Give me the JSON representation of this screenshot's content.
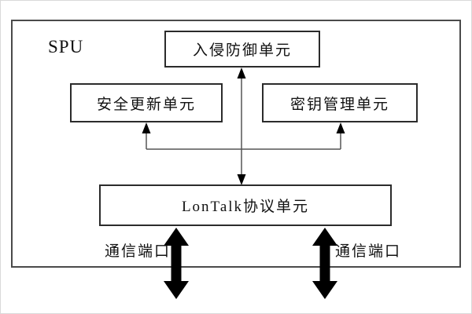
{
  "diagram": {
    "frame_label": "SPU",
    "nodes": {
      "intrusion_prevention": {
        "label": "入侵防御单元"
      },
      "security_update": {
        "label": "安全更新单元"
      },
      "key_management": {
        "label": "密钥管理单元"
      },
      "lontalk_protocol": {
        "label": "LonTalk协议单元"
      }
    },
    "port_labels": {
      "left": "通信端口",
      "right": "通信端口"
    },
    "colors": {
      "background": "#ffffff",
      "outer_frame_border": "#4a4a4a",
      "box_border": "#2b2b2b",
      "connector_line": "#555555",
      "arrow_fill": "#000000",
      "text": "#111111"
    }
  }
}
